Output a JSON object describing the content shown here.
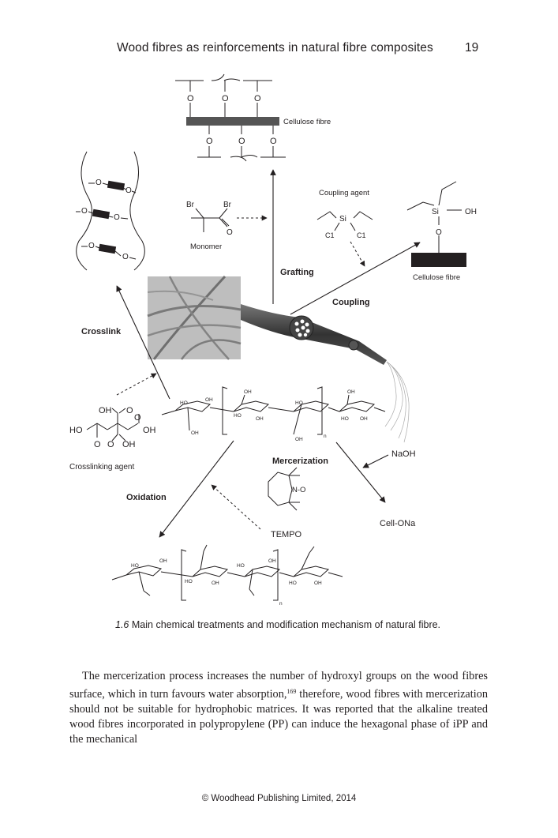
{
  "header": {
    "running_title": "Wood fibres as reinforcements in natural fibre composites",
    "page_number": "19"
  },
  "figure": {
    "labels": {
      "cellulose_fibre_top": "Cellulose fibre",
      "cellulose_fibre_right": "Cellulose fibre",
      "coupling_agent": "Coupling agent",
      "monomer": "Monomer",
      "grafting": "Grafting",
      "coupling": "Coupling",
      "crosslink": "Crosslink",
      "crosslinking_agent": "Crosslinking agent",
      "mercerization": "Mercerization",
      "naoh": "NaOH",
      "cell_ona": "Cell-ONa",
      "oxidation": "Oxidation",
      "tempo": "TEMPO",
      "si": "Si",
      "oh": "OH",
      "o": "O",
      "br1": "Br",
      "br2": "Br",
      "cl1": "C1",
      "cl2": "C1",
      "ho": "HO",
      "n_o": "N-O",
      "n": "n"
    }
  },
  "caption": {
    "number": "1.6",
    "text": "Main chemical treatments and modification mechanism of natural fibre."
  },
  "body": {
    "text_before_ref": "The mercerization process increases the number of hydroxyl groups on the wood fibres surface, which in turn favours water absorption,",
    "ref": "169",
    "text_after_ref": " therefore, wood fibres with mercerization should not be suitable for hydrophobic matrices. It was reported that the alkaline treated wood fibres incorporated in polypropylene (PP) can induce the hexagonal phase of iPP and the mechanical"
  },
  "footer": {
    "text": "© Woodhead Publishing Limited, 2014"
  }
}
